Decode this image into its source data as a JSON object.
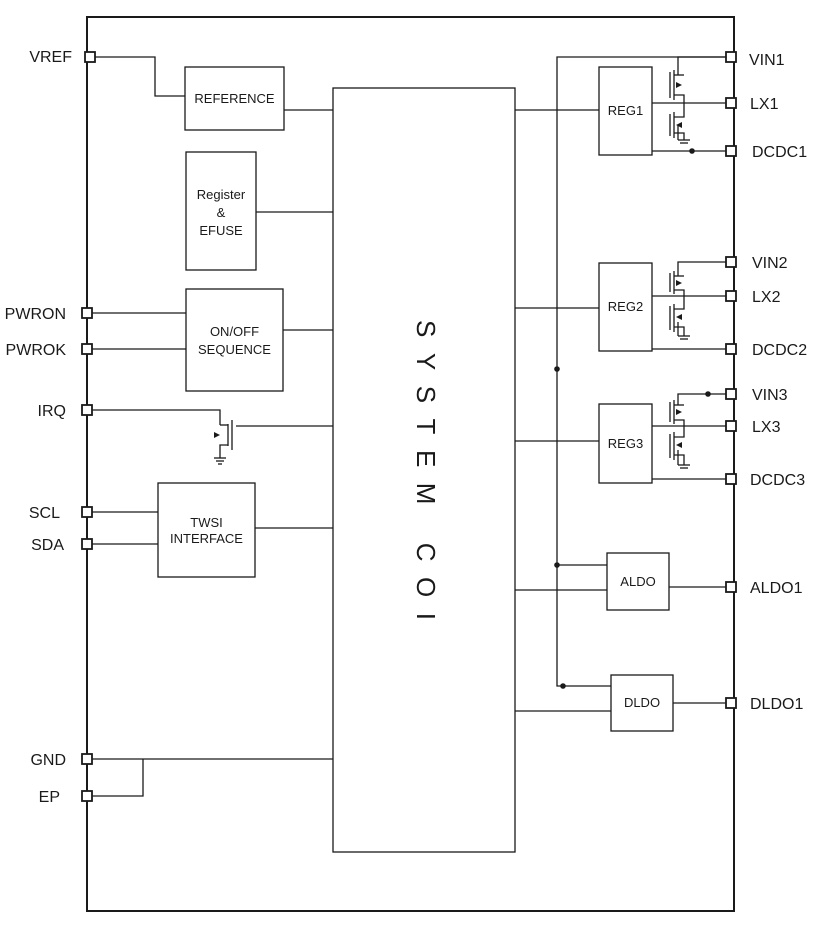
{
  "pins_left": [
    {
      "id": "vref",
      "label": "VREF"
    },
    {
      "id": "pwron",
      "label": "PWRON"
    },
    {
      "id": "pwrok",
      "label": "PWROK"
    },
    {
      "id": "irq",
      "label": "IRQ"
    },
    {
      "id": "scl",
      "label": "SCL"
    },
    {
      "id": "sda",
      "label": "SDA"
    },
    {
      "id": "gnd",
      "label": "GND"
    },
    {
      "id": "ep",
      "label": "EP"
    }
  ],
  "pins_right": [
    {
      "id": "vin1",
      "label": "VIN1"
    },
    {
      "id": "lx1",
      "label": "LX1"
    },
    {
      "id": "dcdc1",
      "label": "DCDC1"
    },
    {
      "id": "vin2",
      "label": "VIN2"
    },
    {
      "id": "lx2",
      "label": "LX2"
    },
    {
      "id": "dcdc2",
      "label": "DCDC2"
    },
    {
      "id": "vin3",
      "label": "VIN3"
    },
    {
      "id": "lx3",
      "label": "LX3"
    },
    {
      "id": "dcdc3",
      "label": "DCDC3"
    },
    {
      "id": "aldo1",
      "label": "ALDO1"
    },
    {
      "id": "dldo1",
      "label": "DLDO1"
    }
  ],
  "blocks": {
    "reference": {
      "lines": [
        "REFERENCE"
      ]
    },
    "register": {
      "lines": [
        "Register",
        "&",
        "EFUSE"
      ]
    },
    "onoff": {
      "lines": [
        "ON/OFF",
        "SEQUENCE"
      ]
    },
    "twsi": {
      "lines": [
        "TWSI",
        "INTERFACE"
      ]
    },
    "reg1": {
      "lines": [
        "REG1"
      ]
    },
    "reg2": {
      "lines": [
        "REG2"
      ]
    },
    "reg3": {
      "lines": [
        "REG3"
      ]
    },
    "aldo": {
      "lines": [
        "ALDO"
      ]
    },
    "dldo": {
      "lines": [
        "DLDO"
      ]
    }
  },
  "core": {
    "label": "SYSTEM COI"
  }
}
